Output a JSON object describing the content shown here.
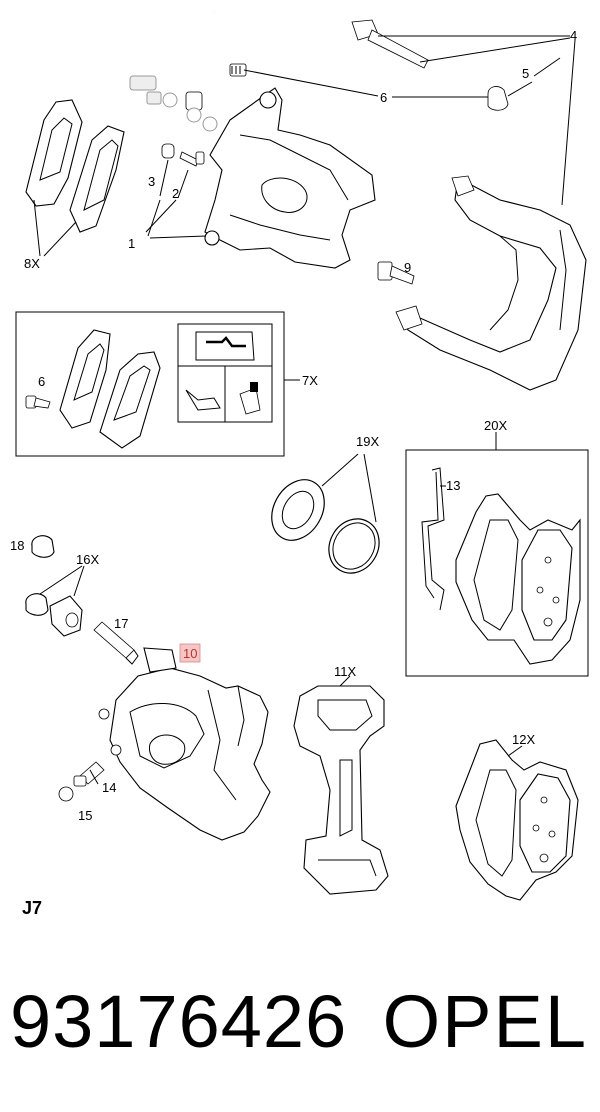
{
  "labels": {
    "l1": "1",
    "l2": "2",
    "l3": "3",
    "l4": "4",
    "l5": "5",
    "l6": "6",
    "l8x": "8X",
    "l9": "9",
    "l6b": "6",
    "l7x": "7X",
    "l19x": "19X",
    "l20x": "20X",
    "l13": "13",
    "l18": "18",
    "l16x": "16X",
    "l17": "17",
    "l10": "10",
    "l11x": "11X",
    "l12x": "12X",
    "l14": "14",
    "l15": "15",
    "j7": "J7"
  },
  "footer": {
    "part_number": "93176426",
    "brand": "OPEL"
  },
  "colors": {
    "line": "#000000",
    "highlight_fill": "#f4c6c6",
    "highlight_stroke": "#dd8888"
  }
}
